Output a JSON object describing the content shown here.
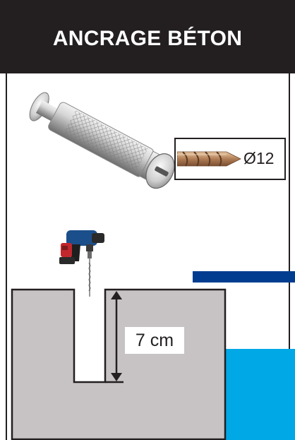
{
  "header": {
    "title": "ANCRAGE BÉTON"
  },
  "drill_bit": {
    "label": "Ø12"
  },
  "hole": {
    "depth_label": "7 cm"
  },
  "colors": {
    "header_bg": "#231f20",
    "blue_bar": "#003c8f",
    "cyan_block": "#00a8e6",
    "concrete": "#c7c3c4"
  },
  "icons": {
    "anchor": "knurled-anchor-bolt-icon",
    "drill_bit": "drill-bit-icon",
    "drill": "hammer-drill-icon"
  }
}
